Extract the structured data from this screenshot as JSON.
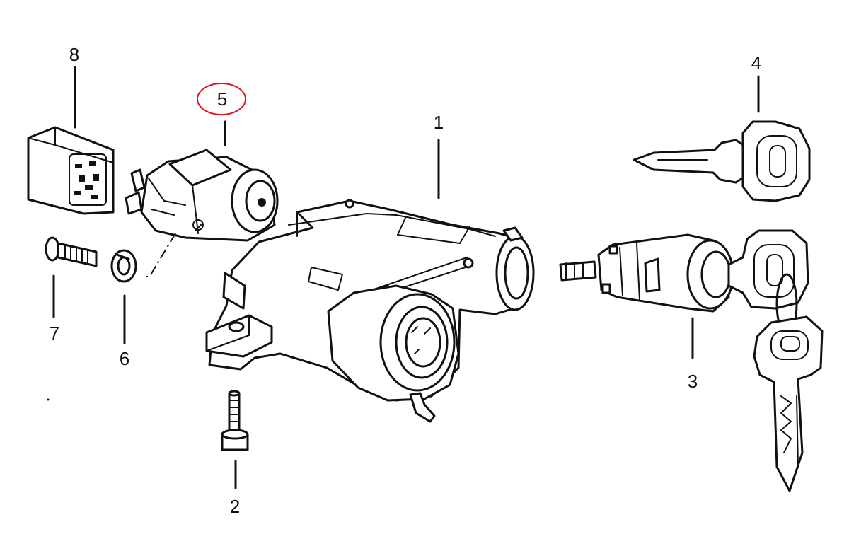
{
  "diagram": {
    "highlight_color": "#e0141e",
    "line_color": "#111111",
    "highlighted_part": "5",
    "parts": [
      {
        "id": "1",
        "label": "1"
      },
      {
        "id": "2",
        "label": "2"
      },
      {
        "id": "3",
        "label": "3"
      },
      {
        "id": "4",
        "label": "4"
      },
      {
        "id": "5",
        "label": "5"
      },
      {
        "id": "6",
        "label": "6"
      },
      {
        "id": "7",
        "label": "7"
      },
      {
        "id": "8",
        "label": "8"
      }
    ]
  }
}
